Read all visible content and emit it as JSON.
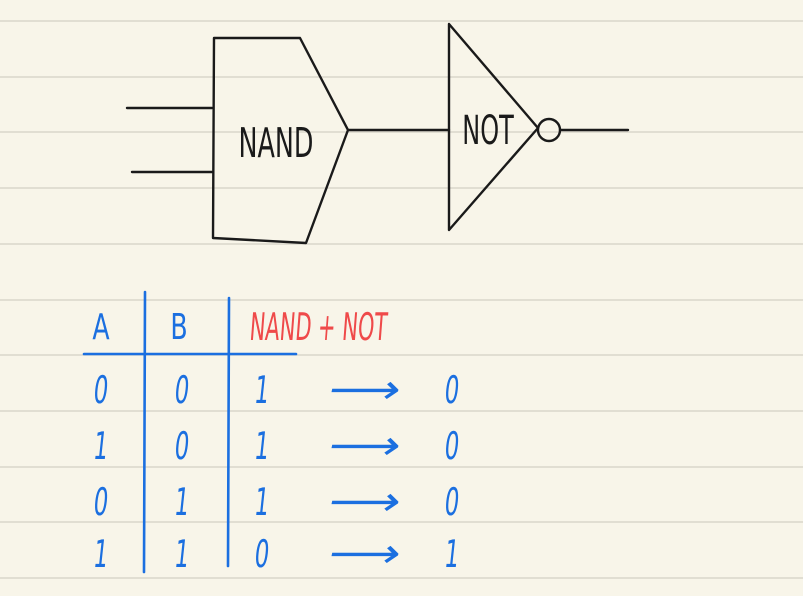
{
  "colors": {
    "paper": "#f8f5e9",
    "rule": "#d9d6cb",
    "ink": "#1a1a1a",
    "blue": "#1b6fe0",
    "red": "#ef4a4a"
  },
  "gates": {
    "nand_label": "NAND",
    "not_label": "NOT"
  },
  "table": {
    "headers": {
      "a": "A",
      "b": "B",
      "result": "NAND + NOT"
    },
    "rows": [
      {
        "a": "0",
        "b": "0",
        "nand": "1",
        "arrow": "⟶",
        "out": "0"
      },
      {
        "a": "1",
        "b": "0",
        "nand": "1",
        "arrow": "⟶",
        "out": "0"
      },
      {
        "a": "0",
        "b": "1",
        "nand": "1",
        "arrow": "⟶",
        "out": "0"
      },
      {
        "a": "1",
        "b": "1",
        "nand": "0",
        "arrow": "⟶",
        "out": "1"
      }
    ]
  }
}
